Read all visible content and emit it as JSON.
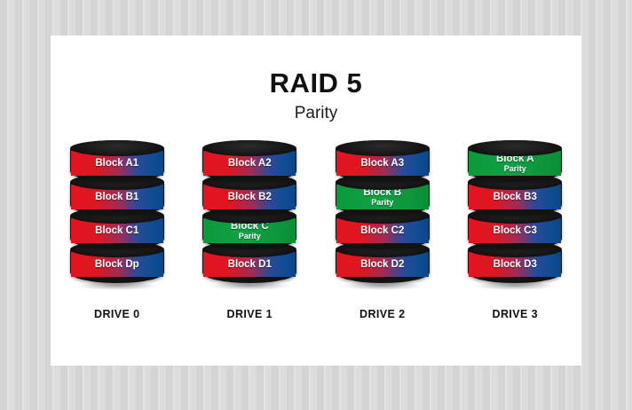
{
  "background": {
    "stripe_color_dark": "#d4d4d4",
    "stripe_color_light": "#e4e4e4",
    "card_color": "#ffffff"
  },
  "header": {
    "title": "RAID 5",
    "subtitle": "Parity"
  },
  "palette": {
    "data_block_start": "#e3141f",
    "data_block_end": "#0c4586",
    "parity_block": "#0b9a3a",
    "disk_shell": "#121212",
    "text": "#ffffff"
  },
  "diagram": {
    "type": "raid-disk-stack-diagram",
    "drive_count": 4,
    "blocks_per_drive": 4,
    "drives": [
      {
        "name": "DRIVE 0",
        "blocks": [
          {
            "label": "Block A1",
            "kind": "data",
            "sublabel": ""
          },
          {
            "label": "Block B1",
            "kind": "data",
            "sublabel": ""
          },
          {
            "label": "Block C1",
            "kind": "data",
            "sublabel": ""
          },
          {
            "label": "Block Dp",
            "kind": "data",
            "sublabel": ""
          }
        ]
      },
      {
        "name": "DRIVE 1",
        "blocks": [
          {
            "label": "Block A2",
            "kind": "data",
            "sublabel": ""
          },
          {
            "label": "Block B2",
            "kind": "data",
            "sublabel": ""
          },
          {
            "label": "Block C",
            "kind": "parity",
            "sublabel": "Parity"
          },
          {
            "label": "Block D1",
            "kind": "data",
            "sublabel": ""
          }
        ]
      },
      {
        "name": "DRIVE 2",
        "blocks": [
          {
            "label": "Block A3",
            "kind": "data",
            "sublabel": ""
          },
          {
            "label": "Block B",
            "kind": "parity",
            "sublabel": "Parity"
          },
          {
            "label": "Block C2",
            "kind": "data",
            "sublabel": ""
          },
          {
            "label": "Block D2",
            "kind": "data",
            "sublabel": ""
          }
        ]
      },
      {
        "name": "DRIVE 3",
        "blocks": [
          {
            "label": "Block A",
            "kind": "parity",
            "sublabel": "Parity"
          },
          {
            "label": "Block B3",
            "kind": "data",
            "sublabel": ""
          },
          {
            "label": "Block C3",
            "kind": "data",
            "sublabel": ""
          },
          {
            "label": "Block D3",
            "kind": "data",
            "sublabel": ""
          }
        ]
      }
    ]
  }
}
